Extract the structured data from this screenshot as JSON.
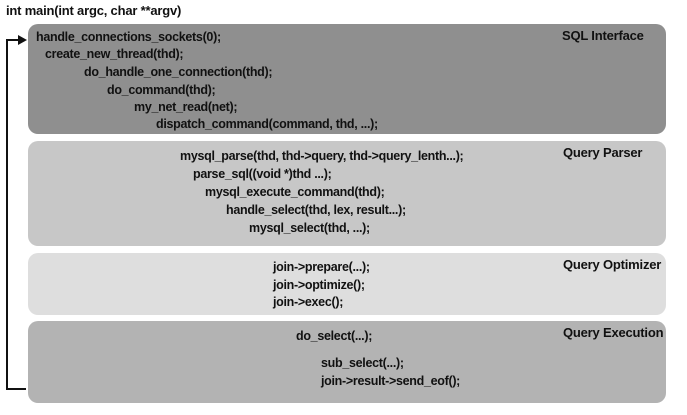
{
  "header": {
    "text": "int main(int argc, char **argv)"
  },
  "layers": [
    {
      "title": "SQL Interface",
      "lines": [
        "handle_connections_sockets(0);",
        "create_new_thread(thd);",
        "do_handle_one_connection(thd);",
        "do_command(thd);",
        "my_net_read(net);",
        "dispatch_command(command, thd, ...);"
      ]
    },
    {
      "title": "Query Parser",
      "lines": [
        "mysql_parse(thd, thd->query, thd->query_lenth...);",
        "parse_sql((void *)thd ...);",
        "mysql_execute_command(thd);",
        "handle_select(thd, lex, result...);",
        "mysql_select(thd, ...);"
      ]
    },
    {
      "title": "Query Optimizer",
      "lines": [
        "join->prepare(...);",
        "join->optimize();",
        "join->exec();"
      ]
    },
    {
      "title": "Query Execution",
      "lines": [
        "do_select(...);",
        "sub_select(...);",
        "join->result->send_eof();"
      ]
    }
  ],
  "colors": {
    "sql_interface": "#8f8f8f",
    "query_parser": "#c7c7c7",
    "query_optimizer": "#dedede",
    "query_execution": "#b3b3b3"
  }
}
